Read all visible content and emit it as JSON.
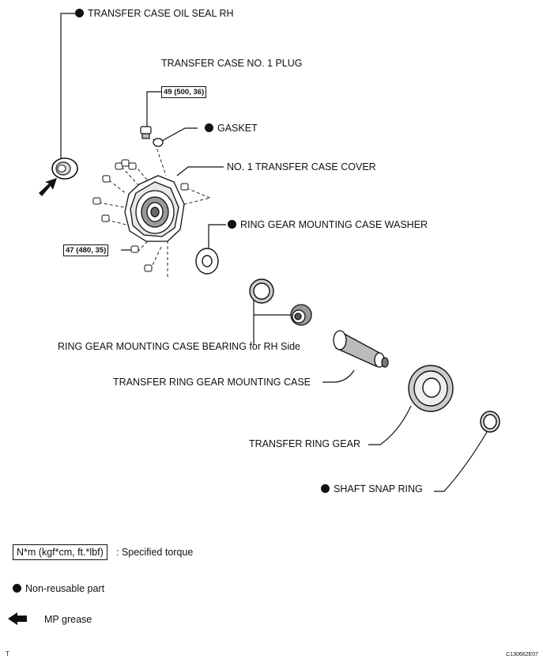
{
  "labels": {
    "oil_seal": "TRANSFER CASE OIL SEAL RH",
    "plug": "TRANSFER CASE NO. 1 PLUG",
    "gasket": "GASKET",
    "case_cover": "NO. 1 TRANSFER CASE COVER",
    "washer": "RING GEAR MOUNTING CASE WASHER",
    "bearing": "RING GEAR MOUNTING CASE BEARING for RH Side",
    "mounting_case": "TRANSFER RING GEAR MOUNTING CASE",
    "ring_gear": "TRANSFER RING GEAR",
    "snap_ring": "SHAFT SNAP RING"
  },
  "torque": {
    "plug": "49 (500, 36)",
    "bolts": "47 (480, 35)"
  },
  "legend": {
    "torque_box": "N*m (kgf*cm, ft.*lbf)",
    "torque_desc": ": Specified torque",
    "non_reusable": "Non-reusable part",
    "mp_grease": "MP grease"
  },
  "footer": {
    "left_mark": "T",
    "figure_code": "C130662E07"
  }
}
